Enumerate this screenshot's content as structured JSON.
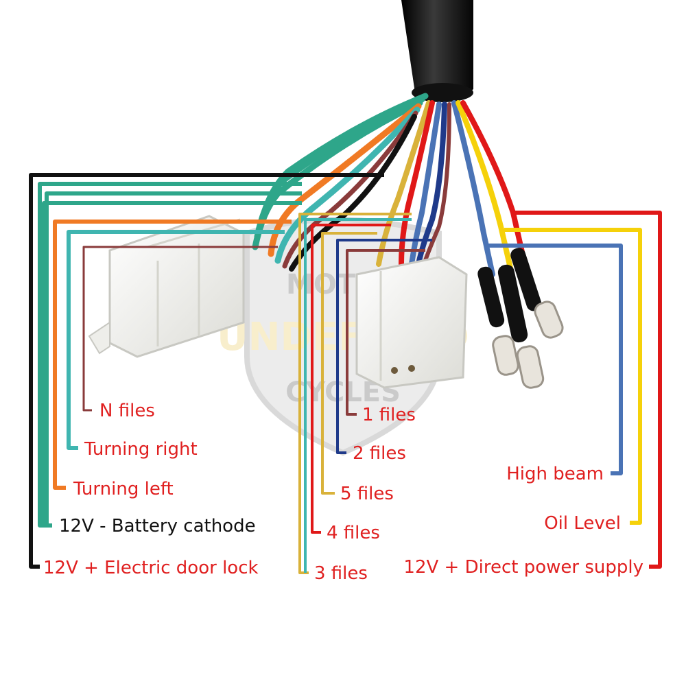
{
  "watermark": {
    "line1": "MOTOR",
    "line2": "UNDEFINED",
    "line3": "CYCLES"
  },
  "labels": {
    "n_files": "N files",
    "turning_right": "Turning right",
    "turning_left": "Turning left",
    "battery_cathode": "12V - Battery cathode",
    "door_lock": "12V + Electric door lock",
    "one_files": "1 files",
    "two_files": "2 files",
    "five_files": "5 files",
    "four_files": "4 files",
    "three_files": "3 files",
    "high_beam": "High beam",
    "oil_level": "Oil Level",
    "direct_power": "12V + Direct power supply"
  },
  "colors": {
    "label_red": "#e02020",
    "label_black": "#111111",
    "wire_black": "#111111",
    "wire_teal": "#2ea68a",
    "wire_orange": "#f07a24",
    "wire_cyan": "#3fb5b0",
    "wire_brown": "#8a3b3b",
    "wire_red": "#e01818",
    "wire_yellow": "#f5d10a",
    "wire_blue": "#4a73b5",
    "wire_navy": "#1f3a8a",
    "wire_tan": "#d9b23a",
    "connector_white": "#f2f2ef",
    "cable_black": "#0d0d0d"
  }
}
